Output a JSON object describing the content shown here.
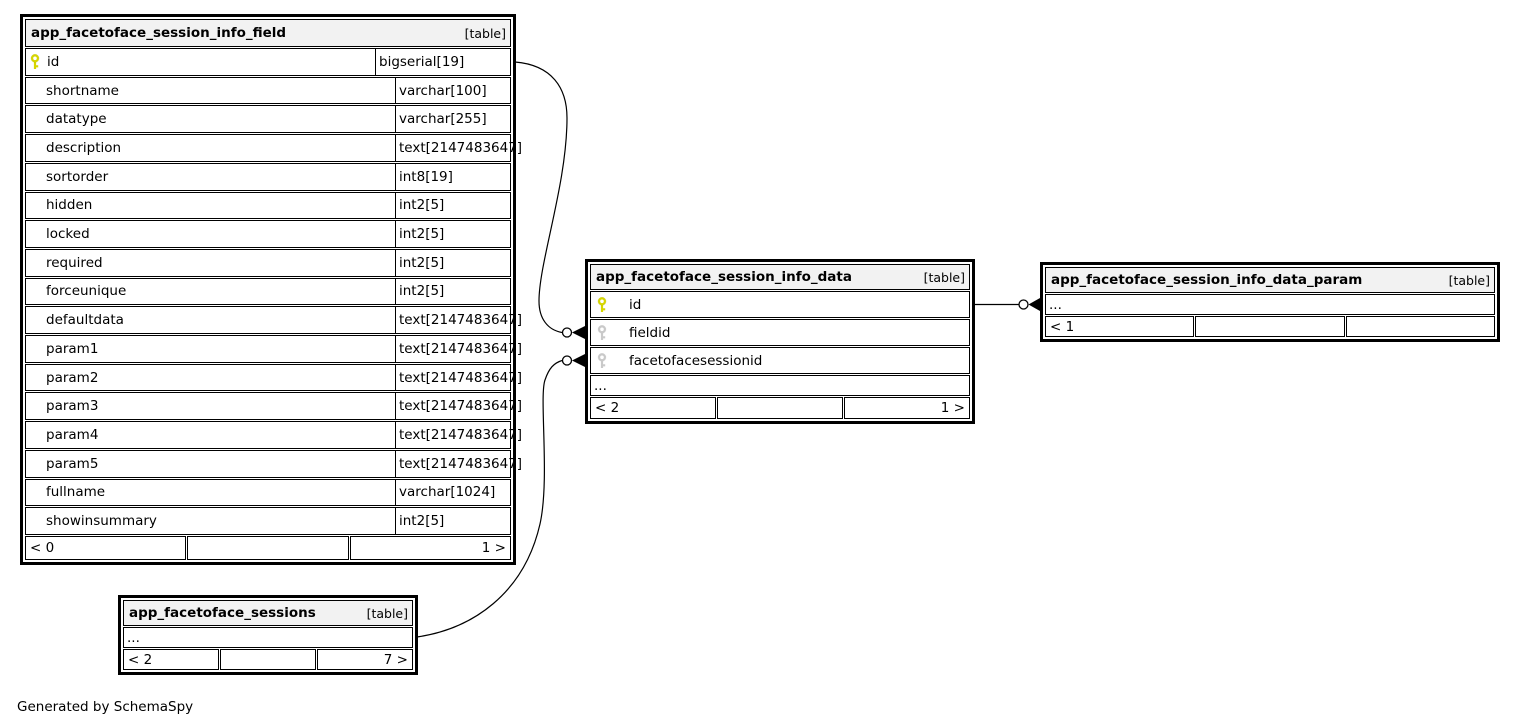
{
  "diagram": {
    "credit": "Generated by SchemaSpy",
    "colors": {
      "background": "#ffffff",
      "border": "#000000",
      "header_bg": "#f2f2f2",
      "primary_key": "#d6d600",
      "primary_key_stroke": "#a8a800",
      "foreign_key": "#c9c9c9",
      "relationship_line": "#000000"
    },
    "tables": [
      {
        "name": "app_facetoface_session_info_field",
        "badge": "[table]",
        "columns": [
          {
            "name": "id",
            "type": "bigserial[19]",
            "key": "primary"
          },
          {
            "name": "shortname",
            "type": "varchar[100]",
            "key": ""
          },
          {
            "name": "datatype",
            "type": "varchar[255]",
            "key": ""
          },
          {
            "name": "description",
            "type": "text[2147483647]",
            "key": ""
          },
          {
            "name": "sortorder",
            "type": "int8[19]",
            "key": ""
          },
          {
            "name": "hidden",
            "type": "int2[5]",
            "key": ""
          },
          {
            "name": "locked",
            "type": "int2[5]",
            "key": ""
          },
          {
            "name": "required",
            "type": "int2[5]",
            "key": ""
          },
          {
            "name": "forceunique",
            "type": "int2[5]",
            "key": ""
          },
          {
            "name": "defaultdata",
            "type": "text[2147483647]",
            "key": ""
          },
          {
            "name": "param1",
            "type": "text[2147483647]",
            "key": ""
          },
          {
            "name": "param2",
            "type": "text[2147483647]",
            "key": ""
          },
          {
            "name": "param3",
            "type": "text[2147483647]",
            "key": ""
          },
          {
            "name": "param4",
            "type": "text[2147483647]",
            "key": ""
          },
          {
            "name": "param5",
            "type": "text[2147483647]",
            "key": ""
          },
          {
            "name": "fullname",
            "type": "varchar[1024]",
            "key": ""
          },
          {
            "name": "showinsummary",
            "type": "int2[5]",
            "key": ""
          }
        ],
        "ellipsis": null,
        "footer": {
          "left": "< 0",
          "center": "",
          "right": "1 >"
        }
      },
      {
        "name": "app_facetoface_session_info_data",
        "badge": "[table]",
        "columns": [
          {
            "name": "id",
            "key": "primary"
          },
          {
            "name": "fieldid",
            "key": "foreign"
          },
          {
            "name": "facetofacesessionid",
            "key": "foreign"
          }
        ],
        "ellipsis": "...",
        "footer": {
          "left": "< 2",
          "center": "",
          "right": "1 >"
        }
      },
      {
        "name": "app_facetoface_session_info_data_param",
        "badge": "[table]",
        "columns": [],
        "ellipsis": "...",
        "footer": {
          "left": "< 1",
          "center": "",
          "right": ""
        }
      },
      {
        "name": "app_facetoface_sessions",
        "badge": "[table]",
        "columns": [],
        "ellipsis": "...",
        "footer": {
          "left": "< 2",
          "center": "",
          "right": "7 >"
        }
      }
    ],
    "relationships": [
      {
        "from": "app_facetoface_session_info_field.id",
        "to": "app_facetoface_session_info_data.fieldid",
        "end_marker": "zero-or-many"
      },
      {
        "from": "app_facetoface_sessions",
        "to": "app_facetoface_session_info_data.facetofacesessionid",
        "end_marker": "zero-or-many"
      },
      {
        "from": "app_facetoface_session_info_data.id",
        "to": "app_facetoface_session_info_data_param",
        "end_marker": "zero-or-many"
      }
    ]
  }
}
